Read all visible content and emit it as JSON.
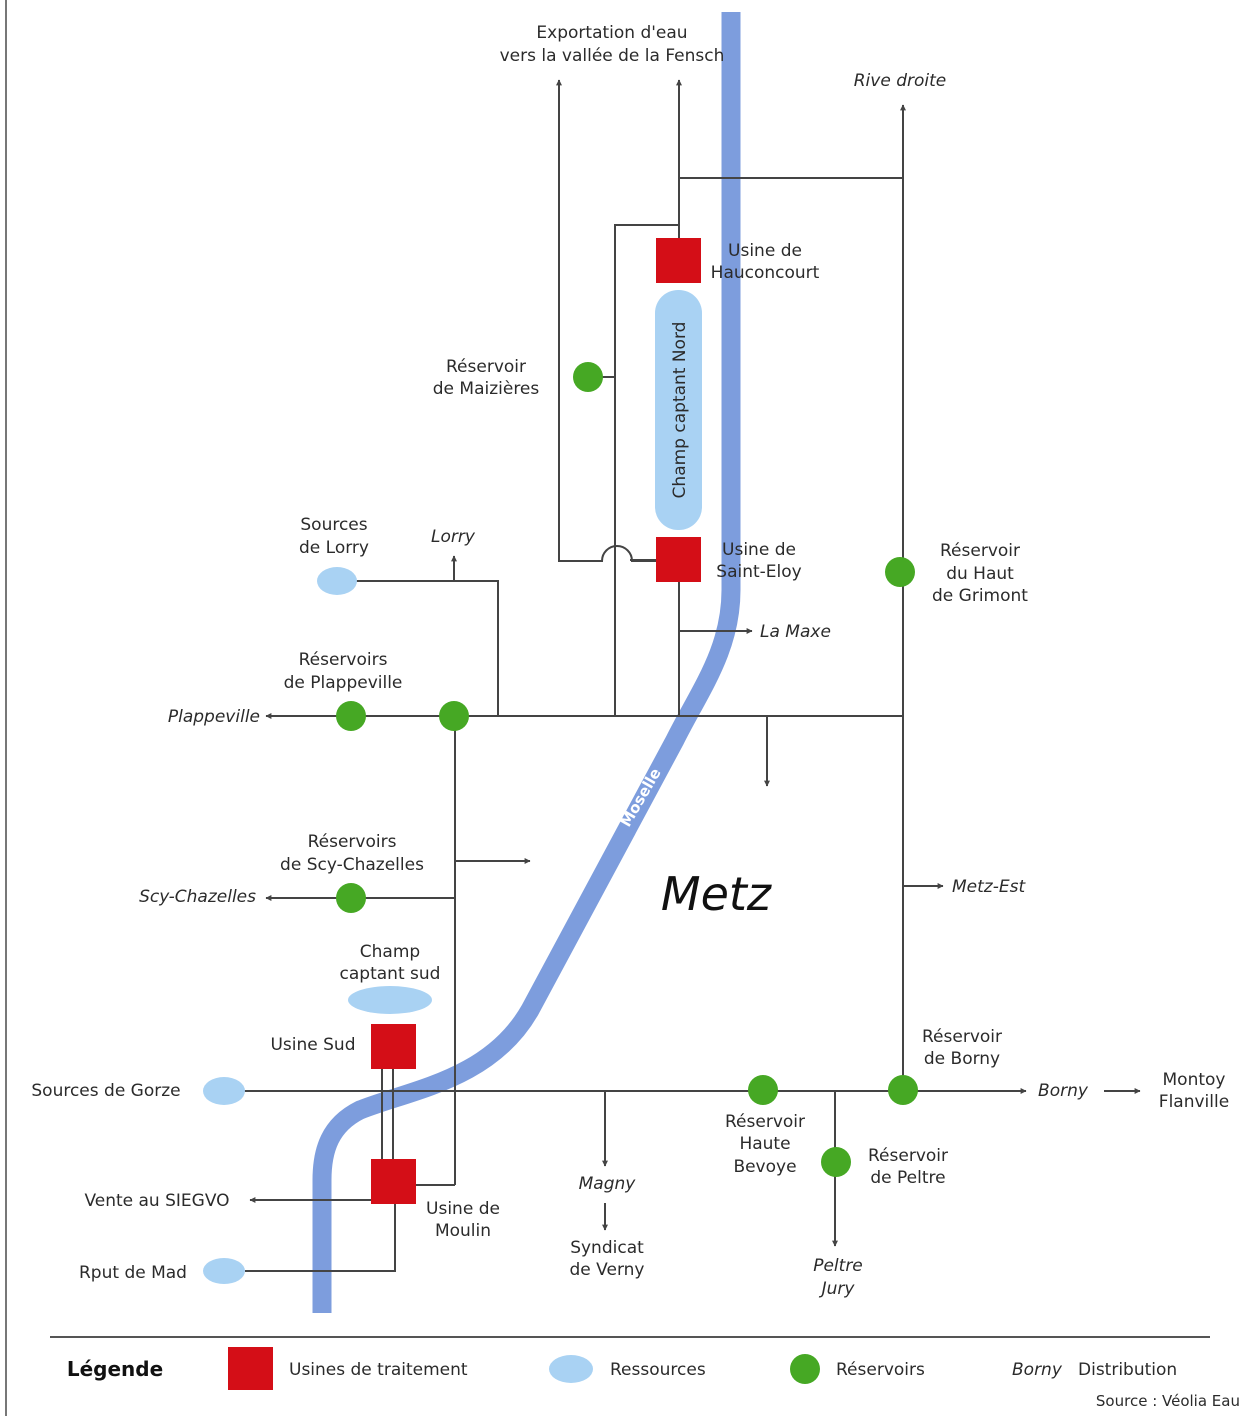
{
  "colors": {
    "plant": "#d40e17",
    "reservoir": "#46a824",
    "resource": "#a9d2f3",
    "river": "#7d9ddd",
    "pipe": "#444444"
  },
  "city": "Metz",
  "river": "Moselle",
  "fields": {
    "north": "Champ captant Nord",
    "south_line1": "Champ",
    "south_line2": "captant sud"
  },
  "labels": {
    "export_line1": "Exportation d'eau",
    "export_line2": "vers la vallée de la Fensch",
    "rive_droite": "Rive droite",
    "hauconcourt_line1": "Usine de",
    "hauconcourt_line2": "Hauconcourt",
    "maizieres_line1": "Réservoir",
    "maizieres_line2": "de Maizières",
    "sources_lorry_line1": "Sources",
    "sources_lorry_line2": "de Lorry",
    "lorry": "Lorry",
    "saint_eloy_line1": "Usine de",
    "saint_eloy_line2": "Saint-Eloy",
    "grimont_line1": "Réservoir",
    "grimont_line2": "du Haut",
    "grimont_line3": "de Grimont",
    "la_maxe": "La Maxe",
    "plappeville_res_line1": "Réservoirs",
    "plappeville_res_line2": "de Plappeville",
    "plappeville": "Plappeville",
    "scy_res_line1": "Réservoirs",
    "scy_res_line2": "de Scy-Chazelles",
    "scy": "Scy-Chazelles",
    "metz_est": "Metz-Est",
    "usine_sud": "Usine Sud",
    "borny_res_line1": "Réservoir",
    "borny_res_line2": "de Borny",
    "sources_gorze": "Sources de Gorze",
    "borny": "Borny",
    "montoy_line1": "Montoy",
    "montoy_line2": "Flanville",
    "bevoye_line1": "Réservoir",
    "bevoye_line2": "Haute",
    "bevoye_line3": "Bevoye",
    "peltre_res_line1": "Réservoir",
    "peltre_res_line2": "de Peltre",
    "vente": "Vente au SIEGVO",
    "moulin_line1": "Usine de",
    "moulin_line2": "Moulin",
    "magny": "Magny",
    "verny_line1": "Syndicat",
    "verny_line2": "de Verny",
    "peltre_line1": "Peltre",
    "peltre_line2": "Jury",
    "rupt_de_mad": "Rput de Mad"
  },
  "legend": {
    "title": "Légende",
    "plants": "Usines de traitement",
    "resources": "Ressources",
    "reservoirs": "Réservoirs",
    "distribution_example": "Borny",
    "distribution": "Distribution",
    "source": "Source : Véolia Eau"
  }
}
